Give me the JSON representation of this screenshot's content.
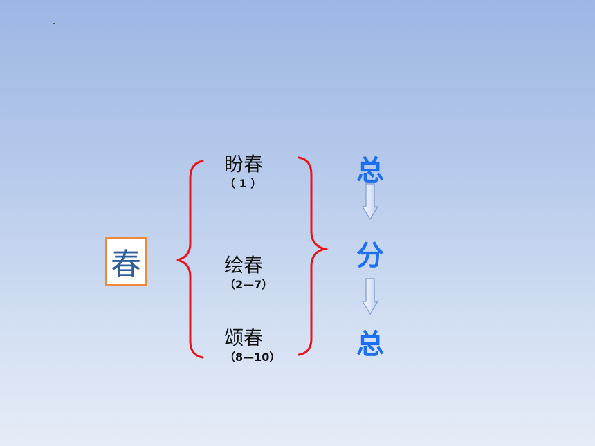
{
  "main_char": "春",
  "items": [
    {
      "name": "盼春",
      "range": "（ 1 ）"
    },
    {
      "name": "绘春",
      "range": "（2—7）"
    },
    {
      "name": "颂春",
      "range": "（8—10）"
    }
  ],
  "flow": [
    "总",
    "分",
    "总"
  ],
  "colors": {
    "bracket": "#e8141b",
    "flow_text": "#1d6ff2",
    "box_border": "#ed8a3a",
    "main_char": "#2f5f9a"
  }
}
